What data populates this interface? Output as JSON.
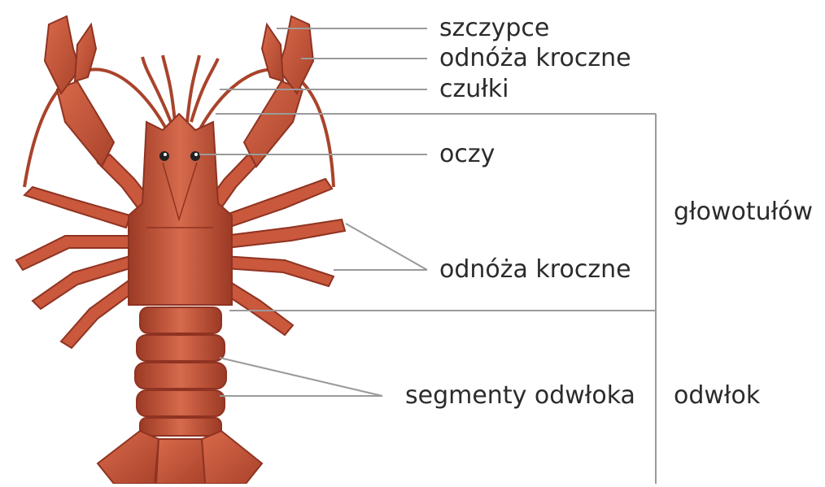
{
  "labels": {
    "pincers": "szczypce",
    "walking_legs_top": "odnóża kroczne",
    "antennae": "czułki",
    "eyes": "oczy",
    "walking_legs_side": "odnóża kroczne",
    "abdomen_segments": "segmenty odwłoka",
    "cephalothorax": "głowotułów",
    "abdomen": "odwłok"
  },
  "colors": {
    "body": "#c9583c",
    "body_dark": "#8f3322",
    "body_light": "#dd7456",
    "leader_line": "#9a9a9a",
    "text": "#2b2b2b"
  }
}
